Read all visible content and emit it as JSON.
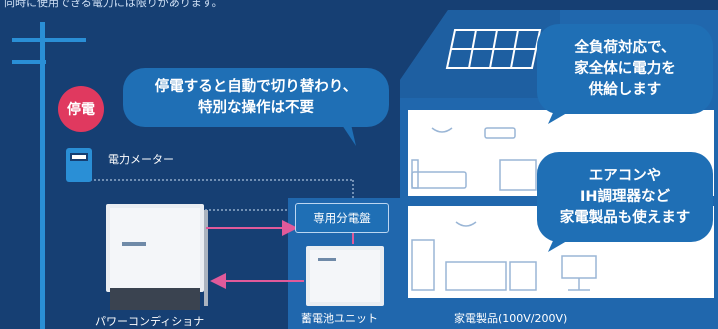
{
  "top_note": "同時に使用できる電力には限りがあります。",
  "outage_badge": "停電",
  "bubble_switch": {
    "line1": "停電すると自動で切り替わり、",
    "line2": "特別な操作は不要"
  },
  "bubble_full_load": {
    "line1": "全負荷対応で、",
    "line2": "家全体に電力を",
    "line3": "供給します"
  },
  "bubble_appliances": {
    "line1": "エアコンや",
    "line2": "IH調理器など",
    "line3": "家電製品も使えます"
  },
  "labels": {
    "meter": "電力メーター",
    "panel": "専用分電盤",
    "power_conditioner": "パワーコンディショナ",
    "battery": "蓄電池ユニット",
    "appliances": "家電製品(100V/200V)"
  },
  "colors": {
    "background": "#163f73",
    "bubble": "#1f6fb5",
    "outage": "#e0395f",
    "arrow": "#e05a9a"
  }
}
